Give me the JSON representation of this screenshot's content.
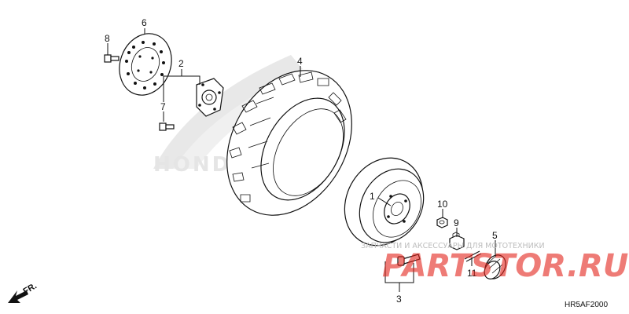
{
  "diagram_code": "HR5AF2000",
  "direction_label": "FR.",
  "callouts": [
    "1",
    "2",
    "3",
    "4",
    "5",
    "6",
    "7",
    "8",
    "9",
    "10",
    "11"
  ],
  "watermark": {
    "brand_logo": "HONDA",
    "tagline": "ЗАПЧАСТИ И АКСЕССУАРЫ ДЛЯ МОТОТЕХНИКИ",
    "logo_left": "PARTS",
    "logo_right": "TOR.RU",
    "logo_left_color": "#e2231a",
    "logo_right_color": "#e2231a"
  },
  "colors": {
    "ink": "#111111",
    "watermark_grey": "#c8c8c8",
    "watermark_red": "#e2231a"
  }
}
